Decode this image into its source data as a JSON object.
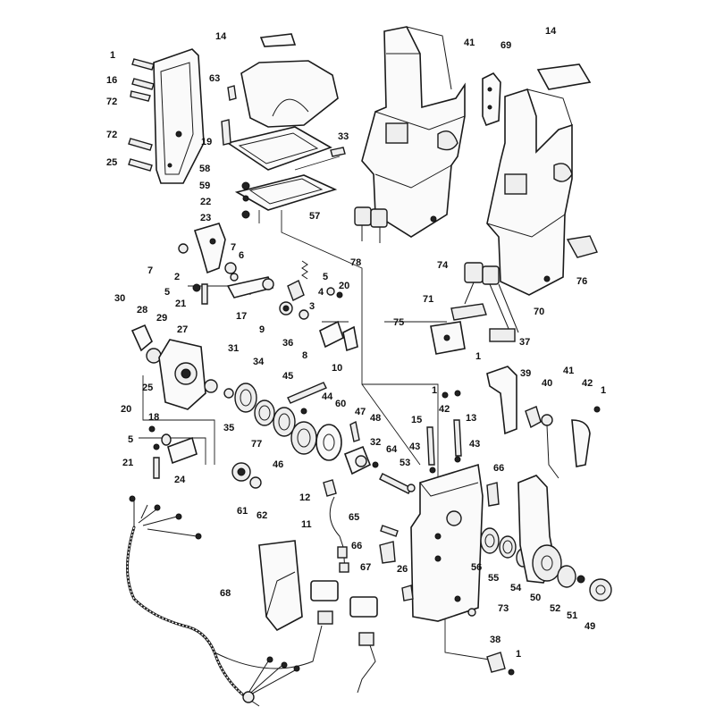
{
  "diagram": {
    "footer_text": "",
    "callouts": [
      "1",
      "16",
      "72",
      "72",
      "25",
      "14",
      "63",
      "19",
      "58",
      "59",
      "22",
      "23",
      "33",
      "57",
      "41",
      "69",
      "14",
      "78",
      "74",
      "76",
      "71",
      "75",
      "70",
      "1",
      "37",
      "7",
      "7",
      "6",
      "2",
      "5",
      "21",
      "17",
      "5",
      "4",
      "20",
      "3",
      "9",
      "36",
      "8",
      "10",
      "30",
      "28",
      "29",
      "27",
      "25",
      "31",
      "34",
      "45",
      "44",
      "35",
      "77",
      "46",
      "60",
      "47",
      "48",
      "20",
      "18",
      "5",
      "21",
      "24",
      "61",
      "62",
      "32",
      "53",
      "64",
      "15",
      "43",
      "13",
      "43",
      "42",
      "1",
      "39",
      "40",
      "41",
      "42",
      "1",
      "12",
      "11",
      "65",
      "66",
      "66",
      "56",
      "55",
      "54",
      "50",
      "52",
      "51",
      "49",
      "26",
      "73",
      "67",
      "68",
      "38",
      "1"
    ]
  }
}
